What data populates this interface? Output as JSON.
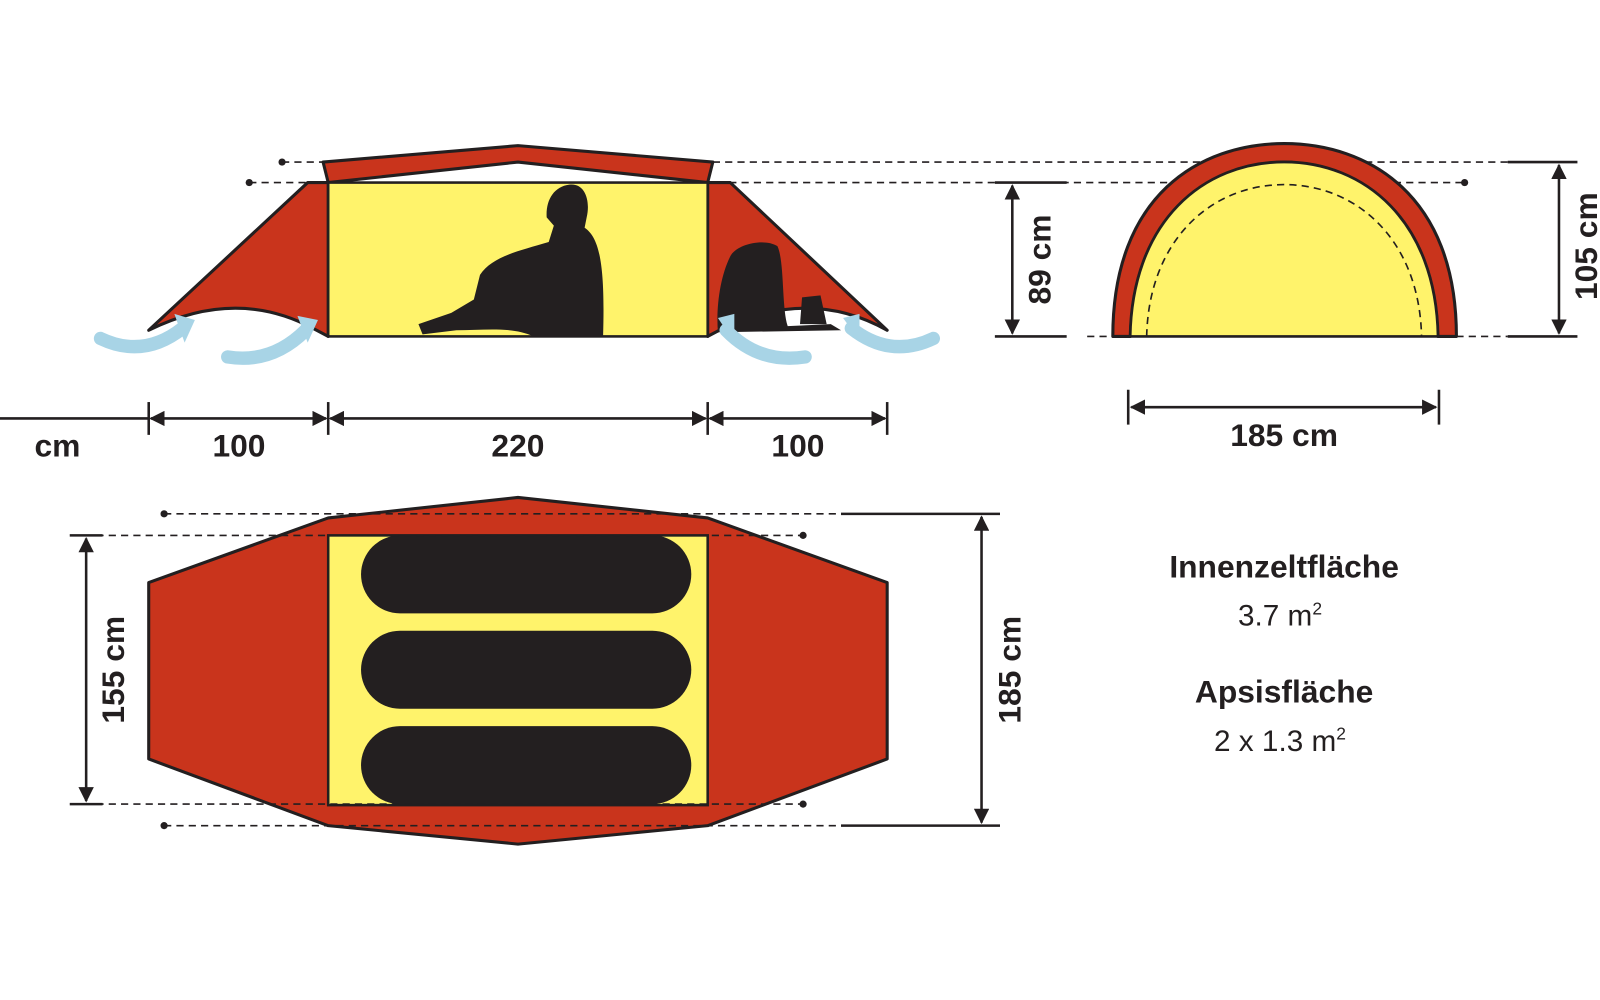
{
  "colors": {
    "fly": "#c9341c",
    "inner_tent": "#fff36b",
    "silhouette": "#231f20",
    "airflow": "#a8d4e6"
  },
  "side_view": {
    "unit_label": "cm",
    "lengths": [
      "100",
      "220",
      "100"
    ],
    "inner_height": "89 cm"
  },
  "end_view": {
    "height": "105 cm",
    "width": "185 cm"
  },
  "top_view": {
    "inner_width": "155 cm",
    "outer_width": "185 cm"
  },
  "areas": {
    "inner_label": "Innenzeltfläche",
    "inner_value": "3.7 m",
    "inner_sup": "2",
    "apse_label": "Apsisfläche",
    "apse_value": "2 x 1.3 m",
    "apse_sup": "2"
  }
}
